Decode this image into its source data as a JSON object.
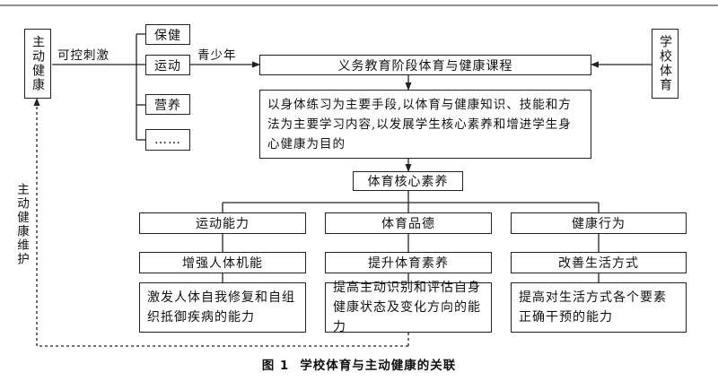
{
  "left_box": "主动健康",
  "right_box": "学校体育",
  "label_control": "可控刺激",
  "label_youth": "青少年",
  "label_maintain": "主动健康维护",
  "factors": [
    "保健",
    "运动",
    "营养",
    "……"
  ],
  "curriculum_title": "义务教育阶段体育与健康课程",
  "curriculum_desc": "以身体练习为主要手段,以体育与健康知识、技能和方法为主要学习内容,以发展学生核心素养和增进学生身心健康为目的",
  "core_title": "体育核心素养",
  "columns": [
    {
      "head": "运动能力",
      "mid": "增强人体机能",
      "desc": "激发人体自我修复和自组织抵御疾病的能力"
    },
    {
      "head": "体育品德",
      "mid": "提升体育素养",
      "desc": "提高主动识别和评估自身健康状态及变化方向的能力"
    },
    {
      "head": "健康行为",
      "mid": "改善生活方式",
      "desc": "提高对生活方式各个要素正确干预的能力"
    }
  ],
  "caption": {
    "num": "图 1",
    "text": "学校体育与主动健康的关联"
  }
}
